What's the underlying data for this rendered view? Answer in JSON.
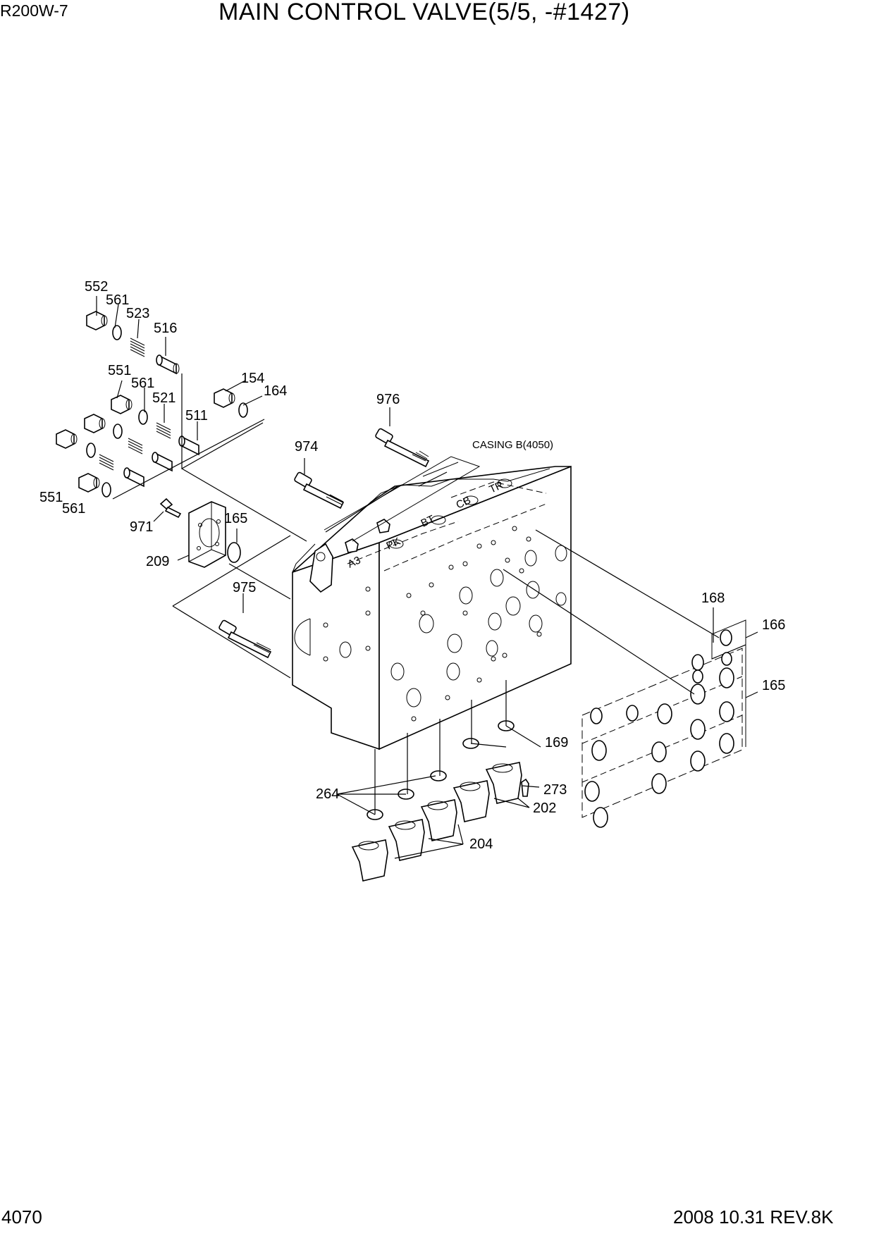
{
  "header": {
    "model": "R200W-7",
    "title": "MAIN CONTROL VALVE(5/5, -#1427)"
  },
  "footer": {
    "page_number": "4070",
    "revision": "2008  10.31  REV.8K"
  },
  "diagram": {
    "casing_label": "CASING B(4050)",
    "port_labels": [
      "TR",
      "CB",
      "BT",
      "PK",
      "A3"
    ],
    "part_labels": [
      "552",
      "561",
      "523",
      "516",
      "551",
      "561",
      "521",
      "511",
      "154",
      "164",
      "551",
      "561",
      "976",
      "974",
      "971",
      "165",
      "209",
      "975",
      "168",
      "166",
      "165",
      "169",
      "264",
      "273",
      "202",
      "204"
    ]
  }
}
